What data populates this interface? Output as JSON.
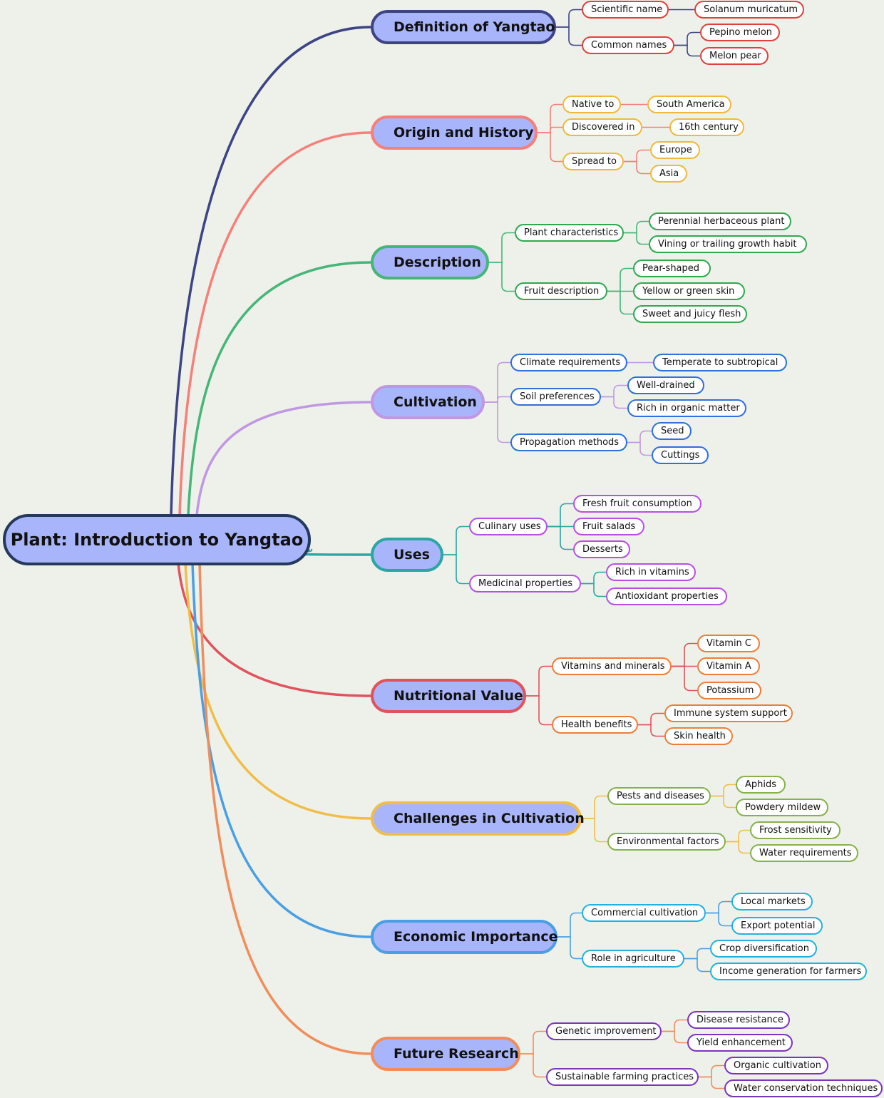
{
  "root": {
    "label": "Plant: Introduction to Yangtao",
    "border": "#24395c",
    "fill": "#a9b5fb"
  },
  "branches": [
    {
      "id": "definition",
      "label": "Definition of Yangtao",
      "color": "#3d4384",
      "child_color": "#e0413c",
      "children": [
        {
          "label": "Scientific name",
          "children": [
            {
              "label": "Solanum muricatum"
            }
          ]
        },
        {
          "label": "Common names",
          "children": [
            {
              "label": "Pepino melon"
            },
            {
              "label": "Melon pear"
            }
          ]
        }
      ]
    },
    {
      "id": "origin",
      "label": "Origin and History",
      "color": "#f77f79",
      "child_color": "#f0b93a",
      "children": [
        {
          "label": "Native to",
          "children": [
            {
              "label": "South America"
            }
          ]
        },
        {
          "label": "Discovered in",
          "children": [
            {
              "label": "16th century"
            }
          ]
        },
        {
          "label": "Spread to",
          "children": [
            {
              "label": "Europe"
            },
            {
              "label": "Asia"
            }
          ]
        }
      ]
    },
    {
      "id": "description",
      "label": "Description",
      "color": "#45b677",
      "child_color": "#2ea84f",
      "children": [
        {
          "label": "Plant characteristics",
          "children": [
            {
              "label": "Perennial herbaceous plant"
            },
            {
              "label": "Vining or trailing growth habit"
            }
          ]
        },
        {
          "label": "Fruit description",
          "children": [
            {
              "label": "Pear-shaped"
            },
            {
              "label": "Yellow or green skin"
            },
            {
              "label": "Sweet and juicy flesh"
            }
          ]
        }
      ]
    },
    {
      "id": "cultivation",
      "label": "Cultivation",
      "color": "#c197e3",
      "child_color": "#2f6fde",
      "children": [
        {
          "label": "Climate requirements",
          "children": [
            {
              "label": "Temperate to subtropical"
            }
          ]
        },
        {
          "label": "Soil preferences",
          "children": [
            {
              "label": "Well-drained"
            },
            {
              "label": "Rich in organic matter"
            }
          ]
        },
        {
          "label": "Propagation methods",
          "children": [
            {
              "label": "Seed"
            },
            {
              "label": "Cuttings"
            }
          ]
        }
      ]
    },
    {
      "id": "uses",
      "label": "Uses",
      "color": "#2aa7a3",
      "child_color": "#b84ee6",
      "children": [
        {
          "label": "Culinary uses",
          "children": [
            {
              "label": "Fresh fruit consumption"
            },
            {
              "label": "Fruit salads"
            },
            {
              "label": "Desserts"
            }
          ]
        },
        {
          "label": "Medicinal properties",
          "children": [
            {
              "label": "Rich in vitamins"
            },
            {
              "label": "Antioxidant properties"
            }
          ]
        }
      ]
    },
    {
      "id": "nutrition",
      "label": "Nutritional Value",
      "color": "#e1525d",
      "child_color": "#ef7d3a",
      "children": [
        {
          "label": "Vitamins and minerals",
          "children": [
            {
              "label": "Vitamin C"
            },
            {
              "label": "Vitamin A"
            },
            {
              "label": "Potassium"
            }
          ]
        },
        {
          "label": "Health benefits",
          "children": [
            {
              "label": "Immune system support"
            },
            {
              "label": "Skin health"
            }
          ]
        }
      ]
    },
    {
      "id": "challenges",
      "label": "Challenges in Cultivation",
      "color": "#f0be48",
      "child_color": "#86b24a",
      "children": [
        {
          "label": "Pests and diseases",
          "children": [
            {
              "label": "Aphids"
            },
            {
              "label": "Powdery mildew"
            }
          ]
        },
        {
          "label": "Environmental factors",
          "children": [
            {
              "label": "Frost sensitivity"
            },
            {
              "label": "Water requirements"
            }
          ]
        }
      ]
    },
    {
      "id": "economic",
      "label": "Economic Importance",
      "color": "#4a9fe4",
      "child_color": "#1fb2e0",
      "children": [
        {
          "label": "Commercial cultivation",
          "children": [
            {
              "label": "Local markets"
            },
            {
              "label": "Export potential"
            }
          ]
        },
        {
          "label": "Role in agriculture",
          "children": [
            {
              "label": "Crop diversification"
            },
            {
              "label": "Income generation for farmers"
            }
          ]
        }
      ]
    },
    {
      "id": "research",
      "label": "Future Research",
      "color": "#f28d5b",
      "child_color": "#7b34c0",
      "children": [
        {
          "label": "Genetic improvement",
          "children": [
            {
              "label": "Disease resistance"
            },
            {
              "label": "Yield enhancement"
            }
          ]
        },
        {
          "label": "Sustainable farming practices",
          "children": [
            {
              "label": "Organic cultivation"
            },
            {
              "label": "Water conservation techniques"
            }
          ]
        }
      ]
    }
  ]
}
